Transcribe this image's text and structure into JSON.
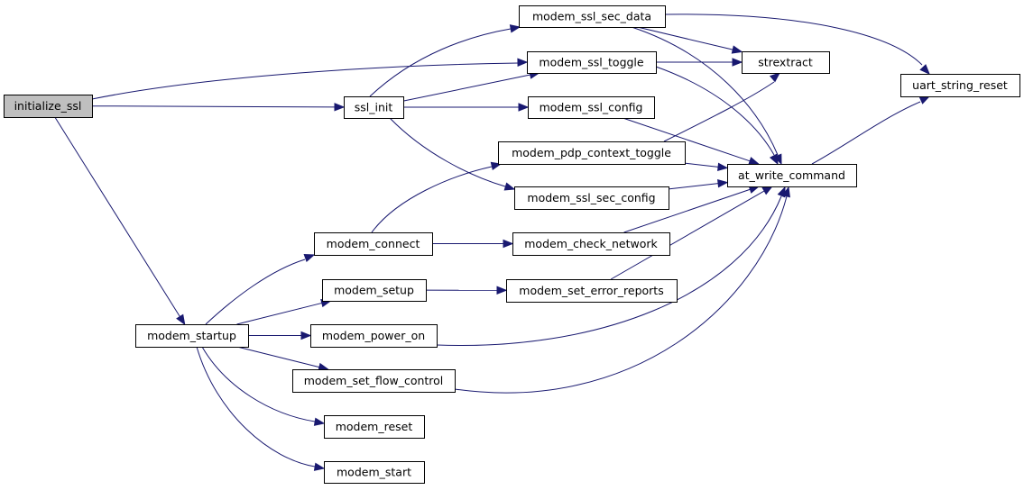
{
  "graph": {
    "type": "call-graph",
    "nodes": [
      {
        "id": "initialize_ssl",
        "label": "initialize_ssl",
        "root": true
      },
      {
        "id": "ssl_init",
        "label": "ssl_init"
      },
      {
        "id": "modem_startup",
        "label": "modem_startup"
      },
      {
        "id": "modem_ssl_sec_data",
        "label": "modem_ssl_sec_data"
      },
      {
        "id": "modem_ssl_toggle",
        "label": "modem_ssl_toggle"
      },
      {
        "id": "modem_ssl_config",
        "label": "modem_ssl_config"
      },
      {
        "id": "modem_pdp_context_toggle",
        "label": "modem_pdp_context_toggle"
      },
      {
        "id": "modem_ssl_sec_config",
        "label": "modem_ssl_sec_config"
      },
      {
        "id": "modem_connect",
        "label": "modem_connect"
      },
      {
        "id": "modem_check_network",
        "label": "modem_check_network"
      },
      {
        "id": "modem_setup",
        "label": "modem_setup"
      },
      {
        "id": "modem_set_error_reports",
        "label": "modem_set_error_reports"
      },
      {
        "id": "modem_power_on",
        "label": "modem_power_on"
      },
      {
        "id": "modem_set_flow_control",
        "label": "modem_set_flow_control"
      },
      {
        "id": "modem_reset",
        "label": "modem_reset"
      },
      {
        "id": "modem_start",
        "label": "modem_start"
      },
      {
        "id": "strextract",
        "label": "strextract"
      },
      {
        "id": "at_write_command",
        "label": "at_write_command"
      },
      {
        "id": "uart_string_reset",
        "label": "uart_string_reset"
      }
    ],
    "edges": [
      {
        "from": "initialize_ssl",
        "to": "modem_ssl_toggle"
      },
      {
        "from": "initialize_ssl",
        "to": "ssl_init"
      },
      {
        "from": "initialize_ssl",
        "to": "modem_startup"
      },
      {
        "from": "ssl_init",
        "to": "modem_ssl_sec_data"
      },
      {
        "from": "ssl_init",
        "to": "modem_ssl_toggle"
      },
      {
        "from": "ssl_init",
        "to": "modem_ssl_config"
      },
      {
        "from": "ssl_init",
        "to": "modem_ssl_sec_config"
      },
      {
        "from": "modem_ssl_sec_data",
        "to": "uart_string_reset"
      },
      {
        "from": "modem_ssl_sec_data",
        "to": "strextract"
      },
      {
        "from": "modem_ssl_sec_data",
        "to": "at_write_command"
      },
      {
        "from": "modem_ssl_toggle",
        "to": "strextract"
      },
      {
        "from": "modem_ssl_toggle",
        "to": "at_write_command"
      },
      {
        "from": "modem_ssl_config",
        "to": "at_write_command"
      },
      {
        "from": "modem_pdp_context_toggle",
        "to": "strextract"
      },
      {
        "from": "modem_pdp_context_toggle",
        "to": "at_write_command"
      },
      {
        "from": "modem_ssl_sec_config",
        "to": "at_write_command"
      },
      {
        "from": "at_write_command",
        "to": "uart_string_reset"
      },
      {
        "from": "modem_startup",
        "to": "modem_connect"
      },
      {
        "from": "modem_startup",
        "to": "modem_setup"
      },
      {
        "from": "modem_startup",
        "to": "modem_power_on"
      },
      {
        "from": "modem_startup",
        "to": "modem_set_flow_control"
      },
      {
        "from": "modem_startup",
        "to": "modem_reset"
      },
      {
        "from": "modem_startup",
        "to": "modem_start"
      },
      {
        "from": "modem_connect",
        "to": "modem_pdp_context_toggle"
      },
      {
        "from": "modem_connect",
        "to": "modem_check_network"
      },
      {
        "from": "modem_check_network",
        "to": "at_write_command"
      },
      {
        "from": "modem_setup",
        "to": "modem_set_error_reports"
      },
      {
        "from": "modem_set_error_reports",
        "to": "at_write_command"
      },
      {
        "from": "modem_power_on",
        "to": "at_write_command"
      },
      {
        "from": "modem_set_flow_control",
        "to": "at_write_command"
      }
    ]
  },
  "colors": {
    "edge": "#191970",
    "root_fill": "#bfbfbf",
    "node_fill": "#ffffff",
    "node_stroke": "#000000"
  }
}
